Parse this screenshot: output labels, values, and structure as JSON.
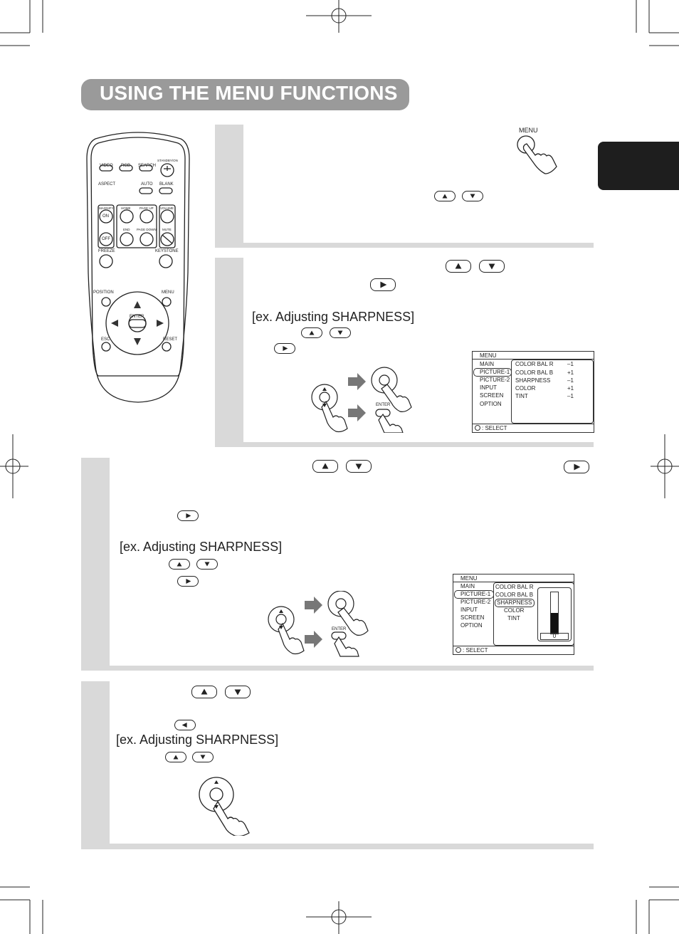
{
  "page": {
    "title": "USING THE MENU FUNCTIONS"
  },
  "remote": {
    "labels": {
      "video": "VIDEO",
      "rgb": "RGB",
      "search": "SEARCH",
      "standby": "STANDBY/ON",
      "aspect": "ASPECT",
      "auto": "AUTO",
      "blank": "BLANK",
      "magnify": "MAGNIFY",
      "home": "HOME",
      "page_up": "PAGE UP",
      "volume": "VOLUME",
      "on": "ON",
      "off": "OFF",
      "end": "END",
      "page_down": "PAGE DOWN",
      "mute": "MUTE",
      "freeze": "FREEZE",
      "keystone": "KEYSTONE",
      "position": "POSITION",
      "menu": "MENU",
      "enter": "ENTER",
      "esc": "ESC",
      "reset": "RESET"
    }
  },
  "step1": {
    "menu_label": "MENU"
  },
  "step2": {
    "example": "[ex. Adjusting SHARPNESS]",
    "enter_label": "ENTER",
    "osd": {
      "header": "MENU",
      "items": [
        "MAIN",
        "PICTURE-1",
        "PICTURE-2",
        "INPUT",
        "SCREEN",
        "OPTION"
      ],
      "sub_items": [
        "COLOR BAL R",
        "COLOR BAL B",
        "SHARPNESS",
        "COLOR",
        "TINT"
      ],
      "sub_values": [
        "–1",
        "+1",
        "–1",
        "+1",
        "–1"
      ],
      "footer": ": SELECT"
    }
  },
  "step3": {
    "example": "[ex. Adjusting SHARPNESS]",
    "enter_label": "ENTER",
    "osd": {
      "header": "MENU",
      "items": [
        "MAIN",
        "PICTURE-1",
        "PICTURE-2",
        "INPUT",
        "SCREEN",
        "OPTION"
      ],
      "sub_items": [
        "COLOR BAL R",
        "COLOR BAL B",
        "SHARPNESS",
        "COLOR",
        "TINT"
      ],
      "gauge_value": "0",
      "gauge_level": 0.5,
      "footer": ": SELECT"
    }
  },
  "step4": {
    "example": "[ex. Adjusting SHARPNESS]"
  },
  "colors": {
    "title_bg": "#9a9a9a",
    "panel_bg": "#d9d9d9",
    "tab_marker": "#1e1e1e"
  }
}
